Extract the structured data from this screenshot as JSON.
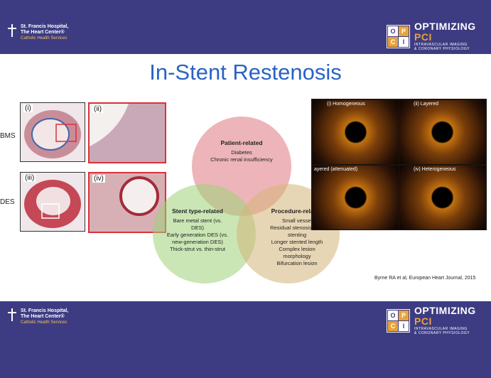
{
  "header": {
    "hospital_name_line1": "St. Francis Hospital,",
    "hospital_name_line2": "The Heart Center®",
    "hospital_sub": "Catholic Health Services",
    "logo_letters": [
      "O",
      "P",
      "C",
      "I"
    ],
    "program_title_a": "OPTIMIZING ",
    "program_title_b": "PCI",
    "program_tag_line1": "INTRAVASCULAR IMAGING",
    "program_tag_line2": "& CORONARY PHYSIOLOGY"
  },
  "slide": {
    "title": "In-Stent Restenosis",
    "row_labels": [
      "BMS",
      "DES"
    ],
    "panel_labels": [
      "(i)",
      "(ii)",
      "(iii)",
      "(iv)"
    ],
    "venn": {
      "patient": {
        "heading": "Patient-related",
        "items": [
          "Diabetes",
          "Chronic renal insufficiency"
        ]
      },
      "stent": {
        "heading": "Stent type-related",
        "items": [
          "Bare metal stent (vs.",
          "DES)",
          "Early generation DES (vs.",
          "new-generation DES)",
          "Thick-strut vs. thin-strut"
        ]
      },
      "procedure": {
        "heading": "Procedure-related",
        "items": [
          "Small vessel",
          "Residual stenosis after",
          "stenting",
          "Longer stented length",
          "Complex lesion",
          "morphology",
          "Bifurcation lesion"
        ]
      }
    },
    "oct_labels": [
      "(i) Homogeneous",
      "(ii) Layered",
      "ayered (attenuated)",
      "(iv) Heterogeneous"
    ],
    "citation": "Byrne RA et al, European Heart Journal, 2015"
  },
  "colors": {
    "band": "#3d3c82",
    "title_blue": "#2a63c4",
    "accent_orange": "#e8a33a",
    "frame_red": "#d8323a"
  }
}
